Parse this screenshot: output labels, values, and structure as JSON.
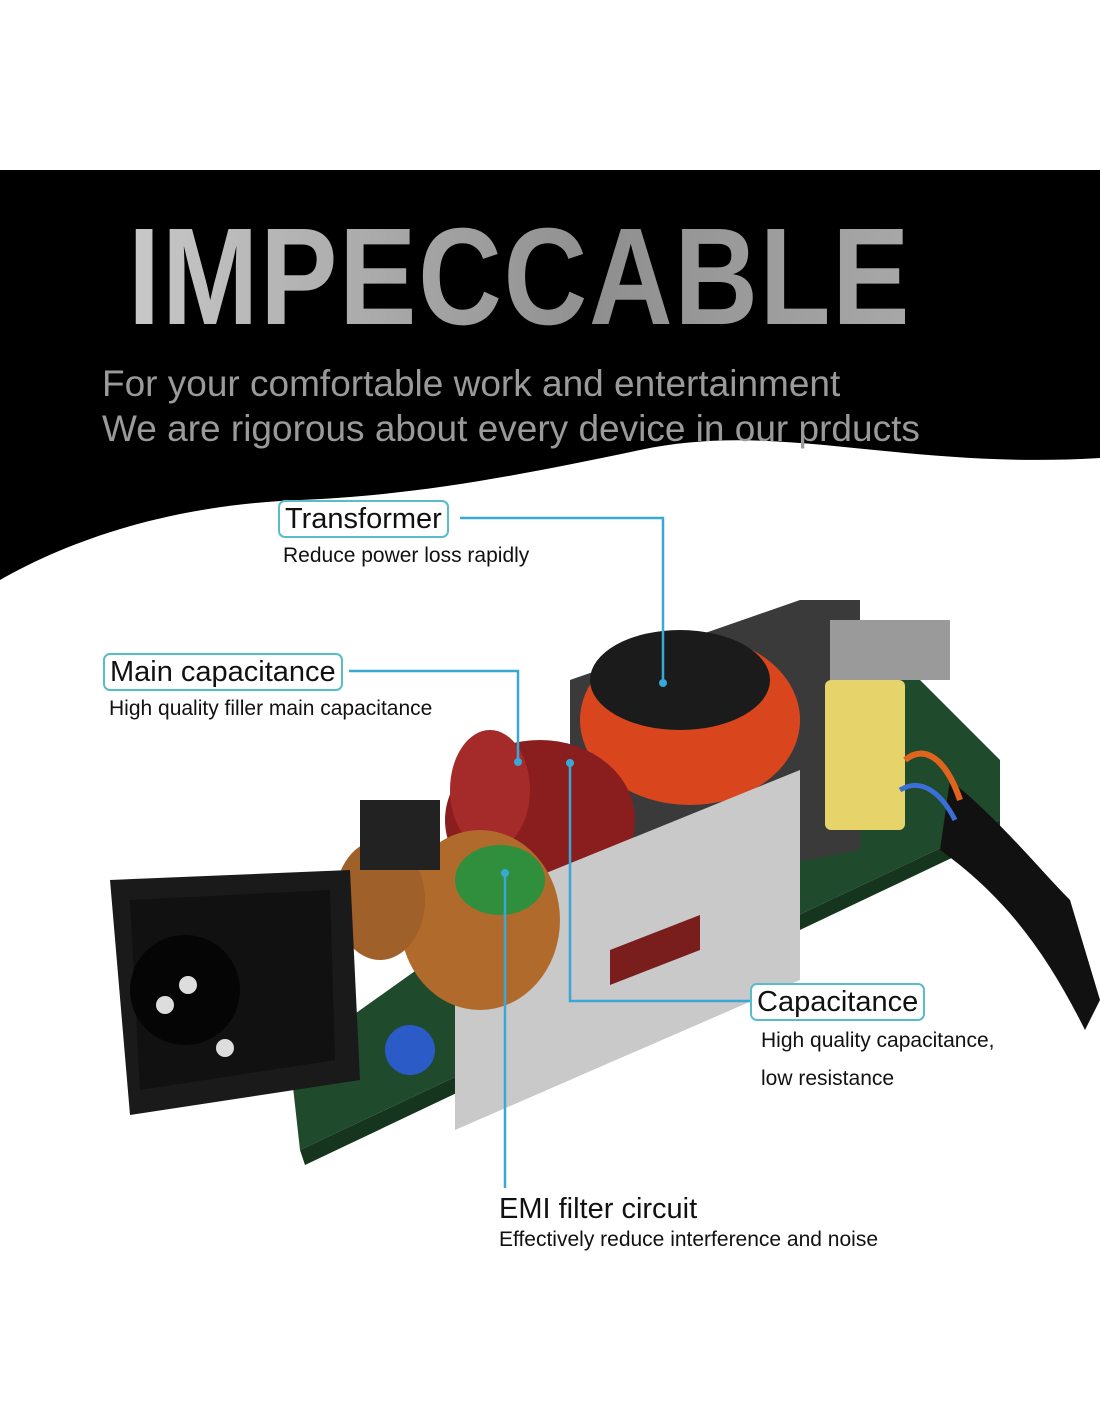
{
  "header": {
    "headline": "IMPECCABLE",
    "line1": "For your comfortable work and entertainment",
    "line2": "We are rigorous about every device in our prducts"
  },
  "callouts": {
    "transformer": {
      "title": "Transformer",
      "desc": "Reduce power loss rapidly"
    },
    "main_capacitance": {
      "title": "Main capacitance",
      "desc": "High quality filler main capacitance"
    },
    "capacitance": {
      "title": "Capacitance",
      "desc1": "High quality capacitance,",
      "desc2": "low resistance"
    },
    "emi": {
      "title": "EMI filter circuit",
      "desc": "Effectively reduce interference and noise"
    }
  },
  "colors": {
    "accent": "#58bccb",
    "leader_line": "#3aa8d6",
    "band": "#000000"
  }
}
